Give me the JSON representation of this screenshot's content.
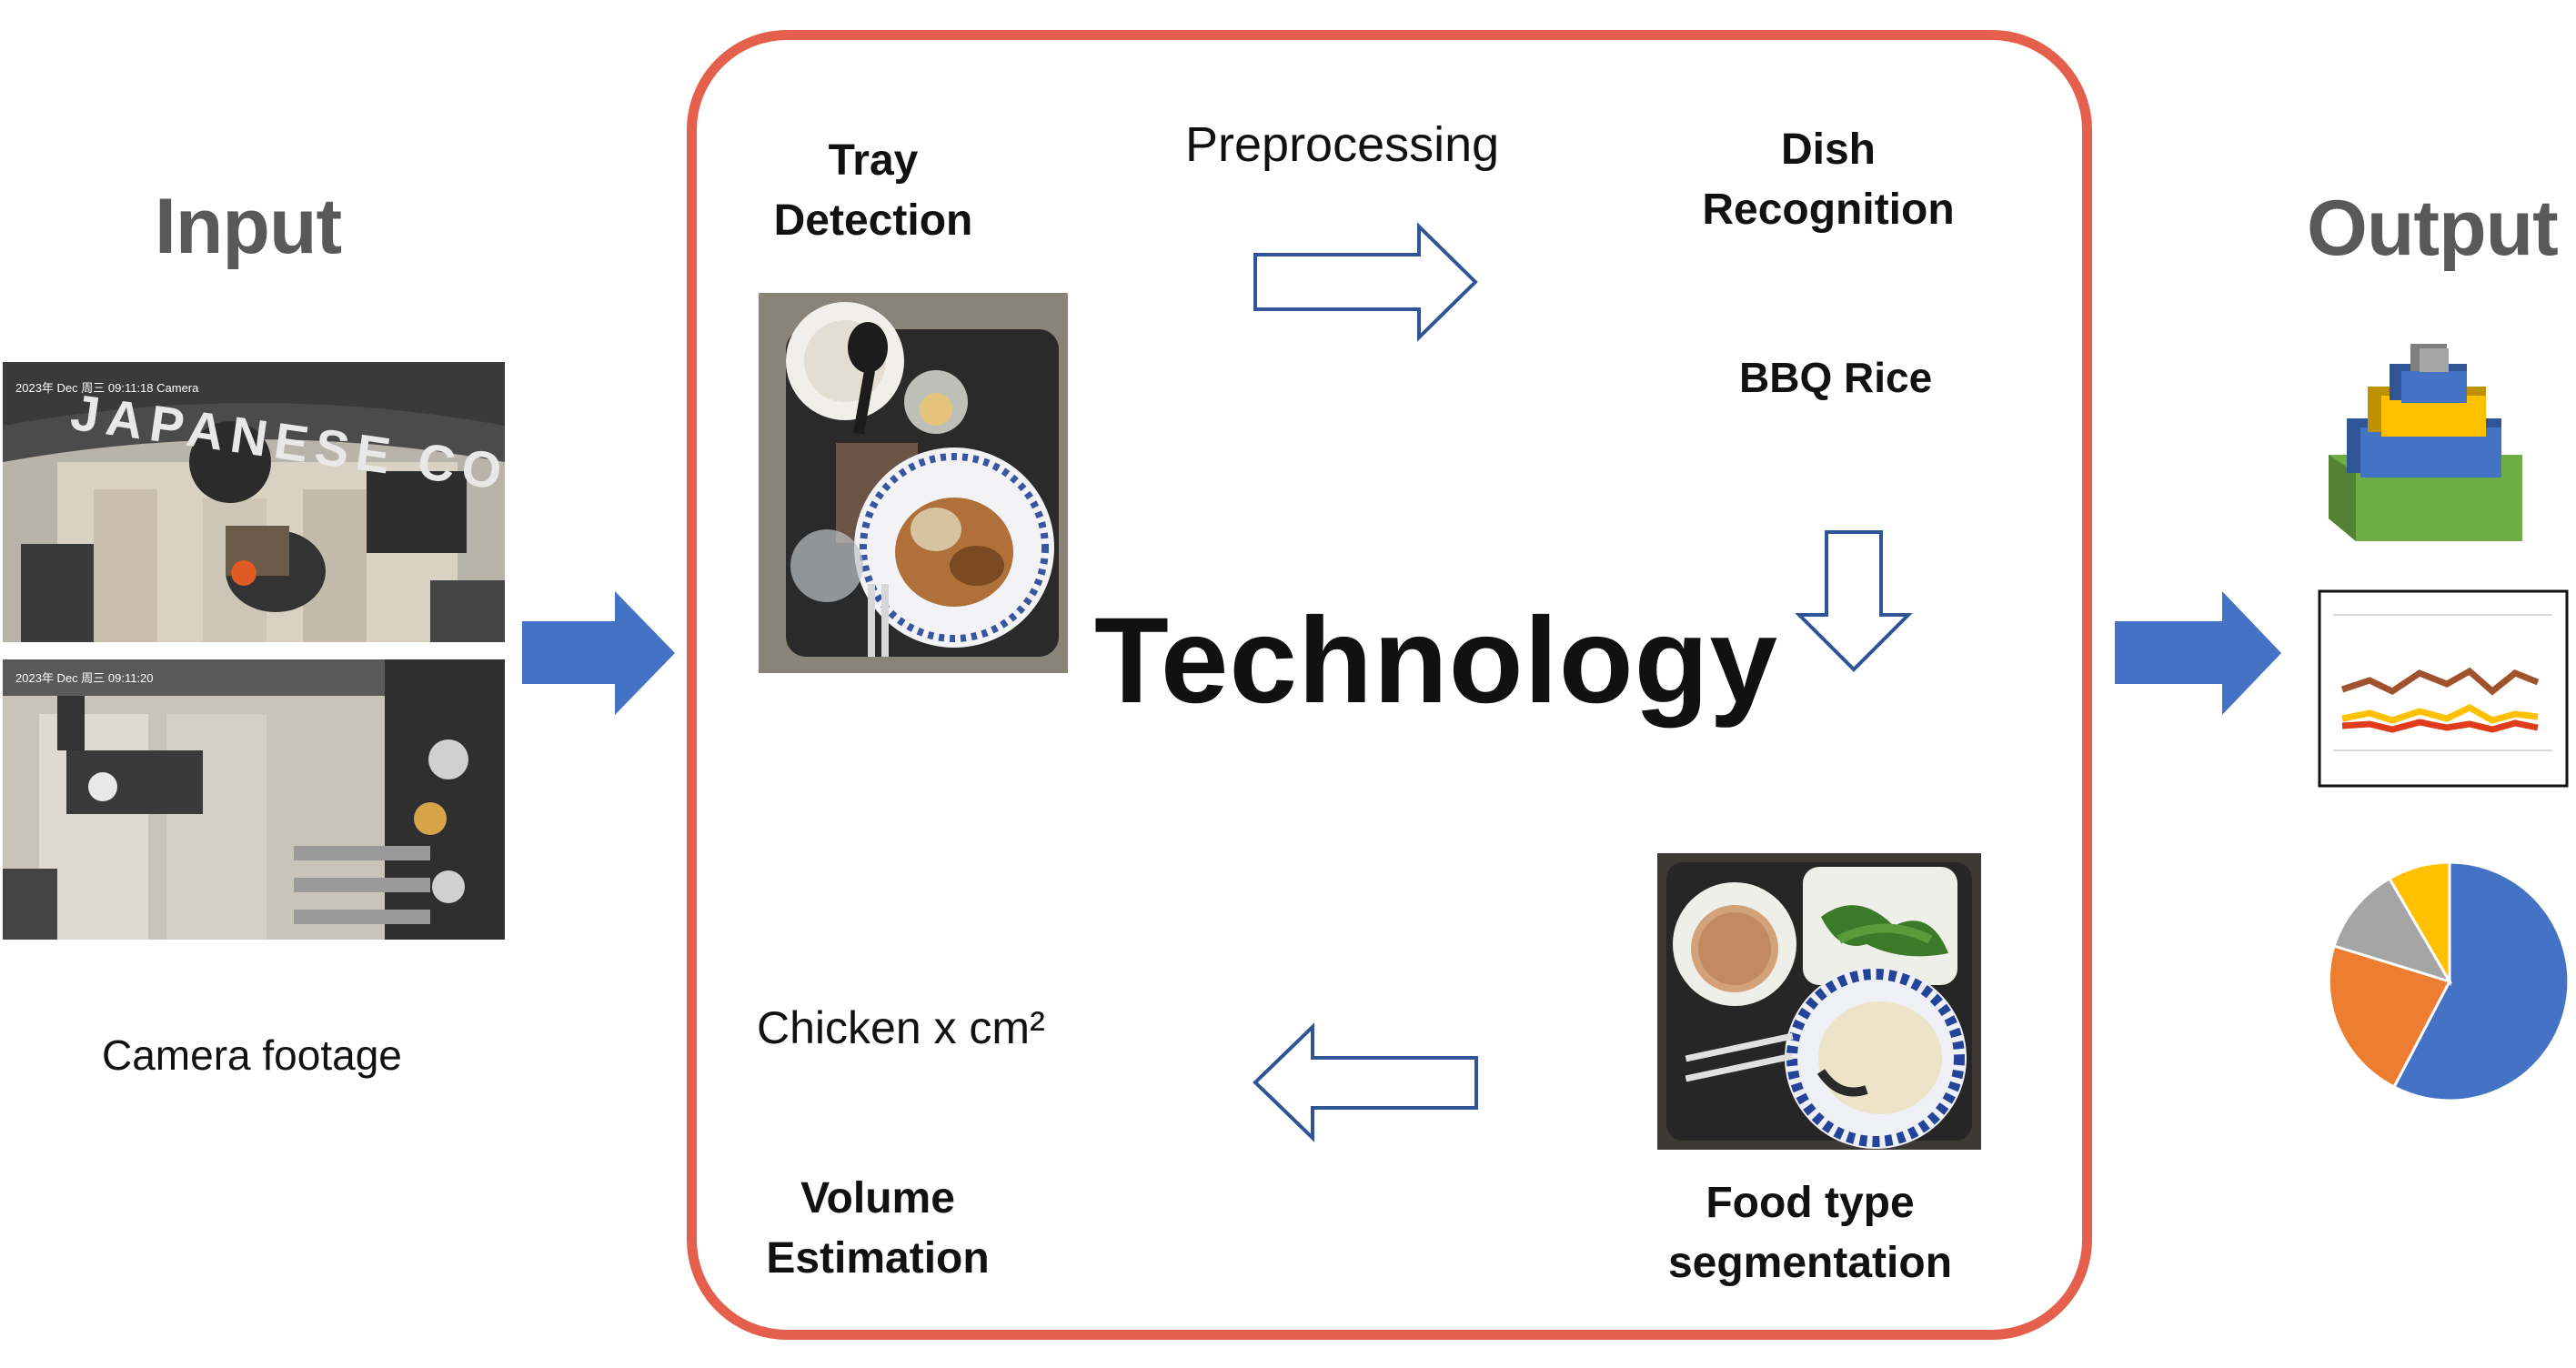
{
  "input": {
    "heading": "Input",
    "caption": "Camera footage",
    "cam1_overlay": "JAPANESE CO",
    "cam1_timestamp": "2023年 Dec 周三 09:11:18 Camera",
    "cam2_timestamp": "2023年 Dec 周三 09:11:20"
  },
  "technology": {
    "title": "Technology",
    "preprocessing": "Preprocessing",
    "tray_detection": "Tray\nDetection",
    "dish_recognition": "Dish\nRecognition",
    "dish_result": "BBQ Rice",
    "food_segmentation": "Food type\nsegmentation",
    "volume_estimation": "Volume\nEstimation",
    "volume_result": "Chicken x cm²"
  },
  "output": {
    "heading": "Output"
  },
  "colors": {
    "box_border": "#e5604c",
    "flow_arrow": "#4472c4",
    "outline_arrow": "#2f5597",
    "heading_gray": "#595959",
    "pie": [
      "#4472c4",
      "#ed7d31",
      "#a5a5a5",
      "#ffc000"
    ],
    "pyramid": [
      "#70ad47",
      "#4472c4",
      "#ffc000",
      "#a5a5a5"
    ],
    "line_chart": [
      "#a0522d",
      "#ffc000",
      "#e03c1c",
      "#ed7d31"
    ]
  },
  "icons": [
    "pyramid-chart-icon",
    "line-chart-icon",
    "pie-chart-icon",
    "block-arrow-icon",
    "outline-arrow-icon"
  ]
}
